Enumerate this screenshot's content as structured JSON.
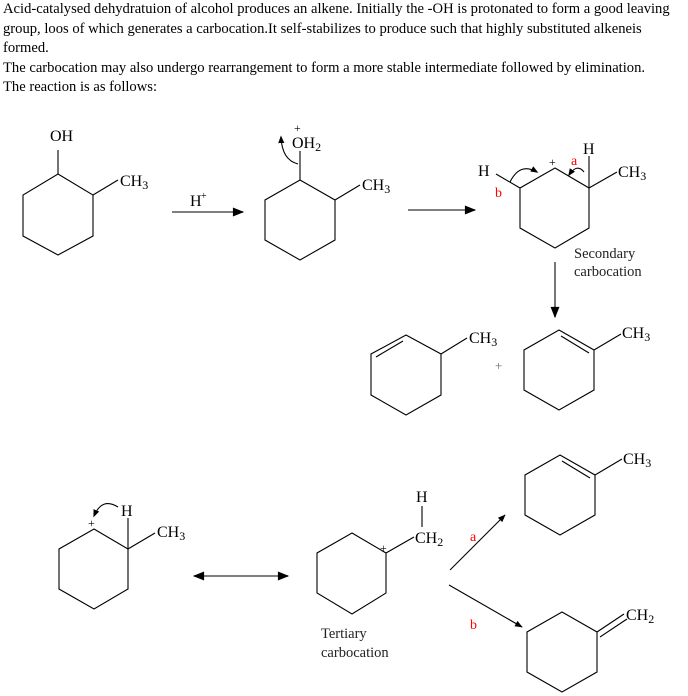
{
  "intro": {
    "paragraph1": "Acid-catalysed dehydratuion of alcohol produces an alkene. Initially the -OH is protonated to form a good leaving group, loos of which generates a carbocation.It self-stabilizes to produce such that highly substituted alkeneis formed.",
    "paragraph2": "The carbocation may also undergo rearrangement to form a more stable intermediate followed by elimination.",
    "paragraph3": "The reaction is as follows:"
  },
  "scheme": {
    "oh": "OH",
    "ch3": "CH",
    "sub3": "3",
    "sub2": "2",
    "h": "H",
    "plus": "+",
    "oh2": "OH",
    "ch2": "CH",
    "reagent": "H",
    "label_a": "a",
    "label_b": "b",
    "secondary_line1": "Secondary",
    "secondary_line2": "carbocation",
    "tertiary_line1": "Tertiary",
    "tertiary_line2": "carbocation"
  },
  "colors": {
    "path_label": "#ff0000",
    "arrow": "#555555"
  }
}
